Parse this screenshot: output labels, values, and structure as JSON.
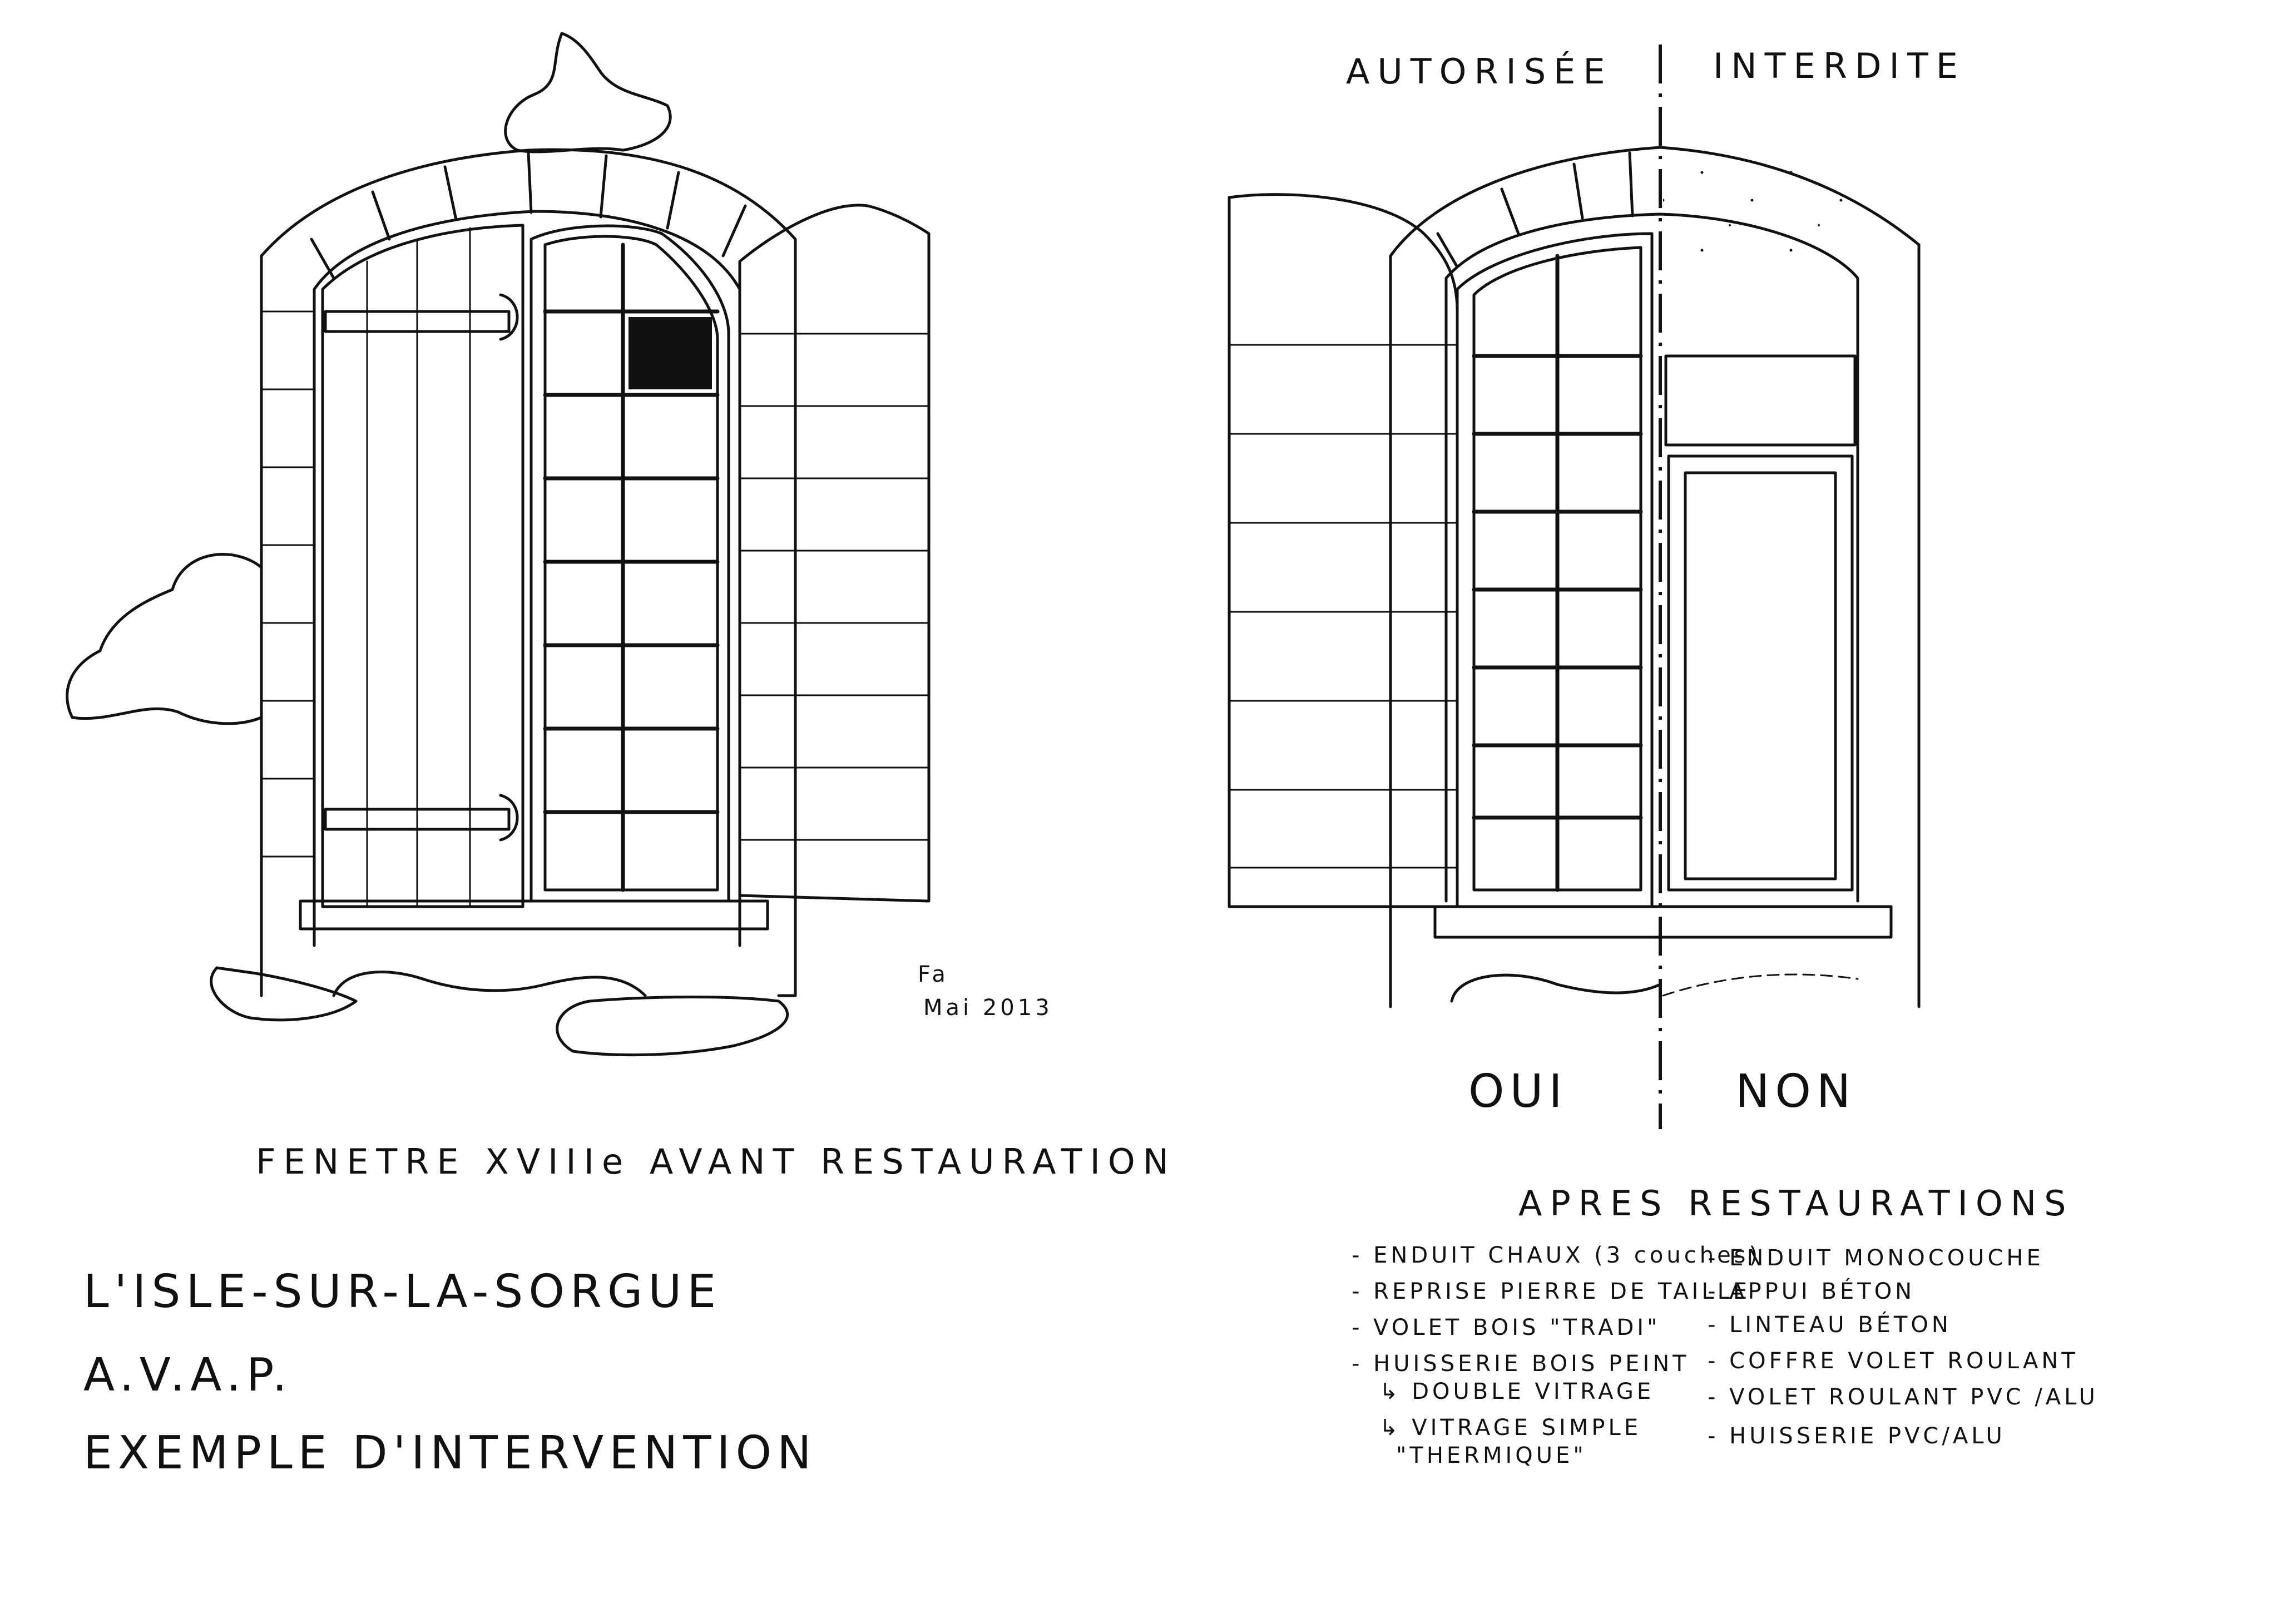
{
  "left_drawing": {
    "caption": "FENETRE XVIIIe AVANT RESTAURATION",
    "signature": "Fa",
    "signature_date": "Mai 2013"
  },
  "title_block": {
    "line1": "L'ISLE-SUR-LA-SORGUE",
    "line2": "A.V.A.P.",
    "line3": "EXEMPLE D'INTERVENTION"
  },
  "right_drawing": {
    "label_allowed": "AUTORISÉE",
    "label_forbidden": "INTERDITE",
    "label_yes": "OUI",
    "label_no": "NON",
    "caption": "APRES RESTAURATIONS"
  },
  "allowed_list": [
    "- ENDUIT CHAUX (3 couches)",
    "- REPRISE PIERRE DE TAILLE",
    "- VOLET BOIS \"TRADI\"",
    "- HUISSERIE BOIS PEINT",
    "↳ DOUBLE VITRAGE",
    "↳ VITRAGE SIMPLE",
    "\"THERMIQUE\""
  ],
  "forbidden_list": [
    "- ENDUIT MONOCOUCHE",
    "- APPUI BÉTON",
    "- LINTEAU BÉTON",
    "- COFFRE VOLET ROULANT",
    "- VOLET ROULANT PVC /ALU",
    "- HUISSERIE PVC/ALU"
  ],
  "colors": {
    "ink": "#111111",
    "paper": "#ffffff"
  }
}
